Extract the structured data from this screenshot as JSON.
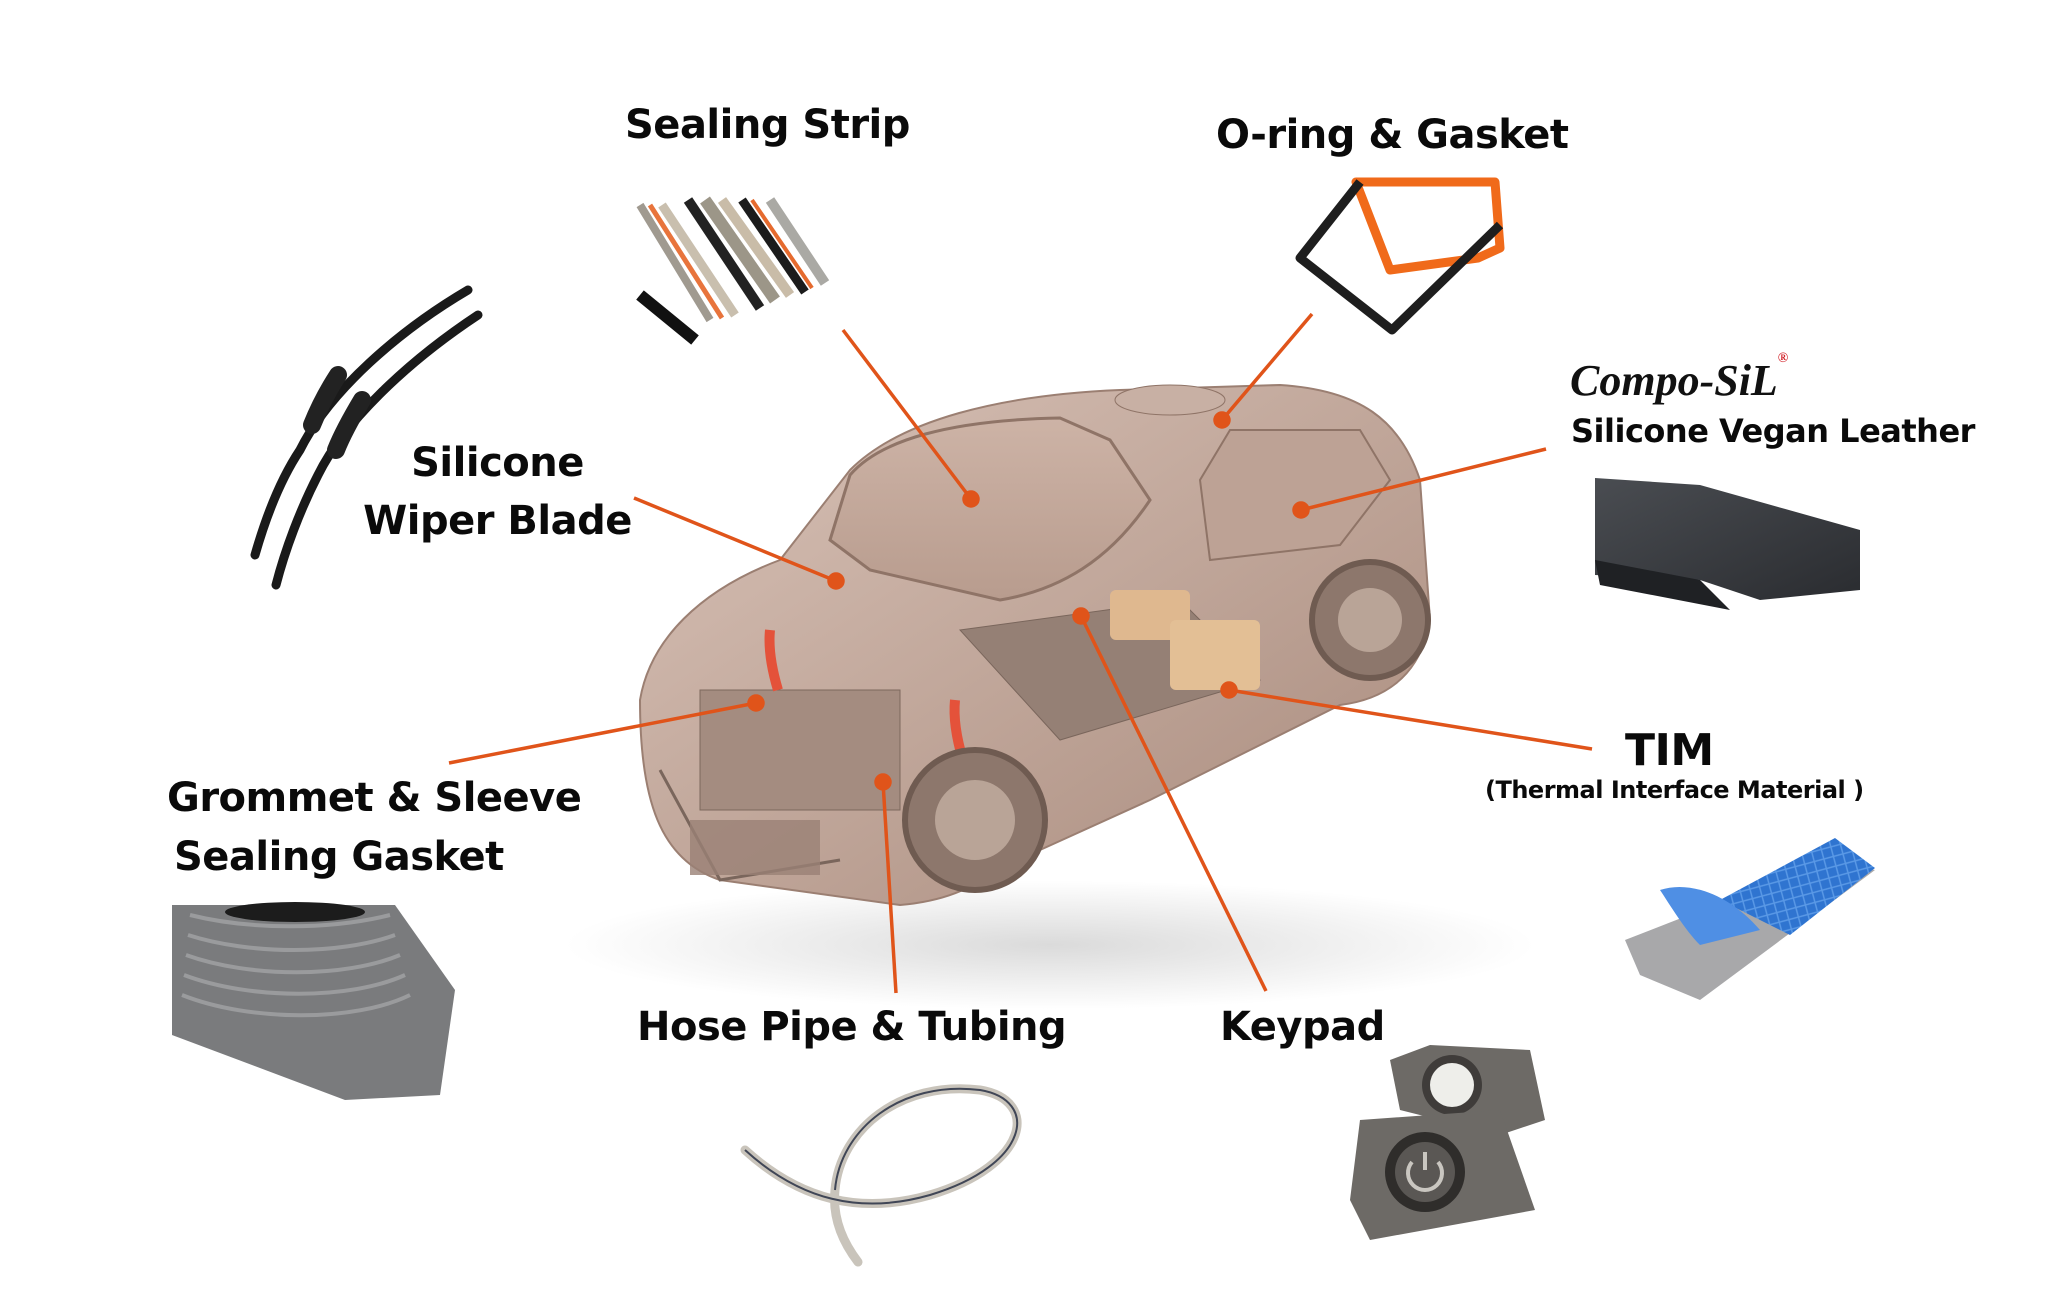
{
  "diagram": {
    "subject": "Silicone applications in an electric vehicle",
    "accent_color": "#e0541a",
    "car_color": "#b89a8c"
  },
  "labels": {
    "sealing_strip": "Sealing Strip",
    "oring_gasket": "O-ring & Gasket",
    "compo_sil_brand": "Compo-SiL",
    "compo_sil_mark": "®",
    "vegan_leather": "Silicone Vegan Leather",
    "wiper_line1": "Silicone",
    "wiper_line2": "Wiper Blade",
    "grommet_line1": "Grommet & Sleeve",
    "grommet_line2": "Sealing Gasket",
    "tim_title": "TIM",
    "tim_subtitle": "(Thermal Interface Material )",
    "hose": "Hose Pipe & Tubing",
    "keypad": "Keypad"
  },
  "products": [
    {
      "name": "sealing-strip",
      "image": "bundle of silicone sealing strips"
    },
    {
      "name": "oring-gasket",
      "image": "black and orange rectangular gaskets"
    },
    {
      "name": "vegan-leather",
      "image": "dark grey textured silicone leather sheet"
    },
    {
      "name": "wiper-blade",
      "image": "pair of black wiper blades"
    },
    {
      "name": "grommet",
      "image": "grey ribbed silicone grommet boot"
    },
    {
      "name": "tim",
      "image": "blue film peeling from grey thermal pad"
    },
    {
      "name": "hose",
      "image": "coiled translucent silicone tube"
    },
    {
      "name": "keypad",
      "image": "grey silicone keypads with power symbol"
    }
  ]
}
